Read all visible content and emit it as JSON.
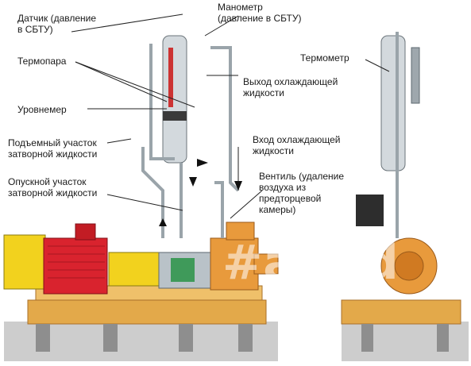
{
  "labels": {
    "pressure_sensor": "Датчик (давление\nв СБТУ)",
    "manometer": "Манометр\n(давление в СБТУ)",
    "thermocouple": "Термопара",
    "coolant_outlet": "Выход охлаждающей\nжидкости",
    "level_gauge": "Уровнемер",
    "lift_section": "Подъемный участок\nзатворной жидкости",
    "coolant_inlet": "Вход охлаждающей\nжидкости",
    "down_section": "Опускной участок\nзатворной жидкости",
    "valve": "Вентиль (удаление\nвоздуха из\nпредторцевой\nкамеры)",
    "thermometer": "Термометр"
  },
  "watermark": "#anod",
  "colors": {
    "frame": "#e3a94a",
    "motor_red": "#d9232e",
    "motor_yellow": "#f2d21e",
    "pipe": "#b9c2c8",
    "pump_orange": "#e89a3c",
    "floor": "#c9c9c9"
  }
}
